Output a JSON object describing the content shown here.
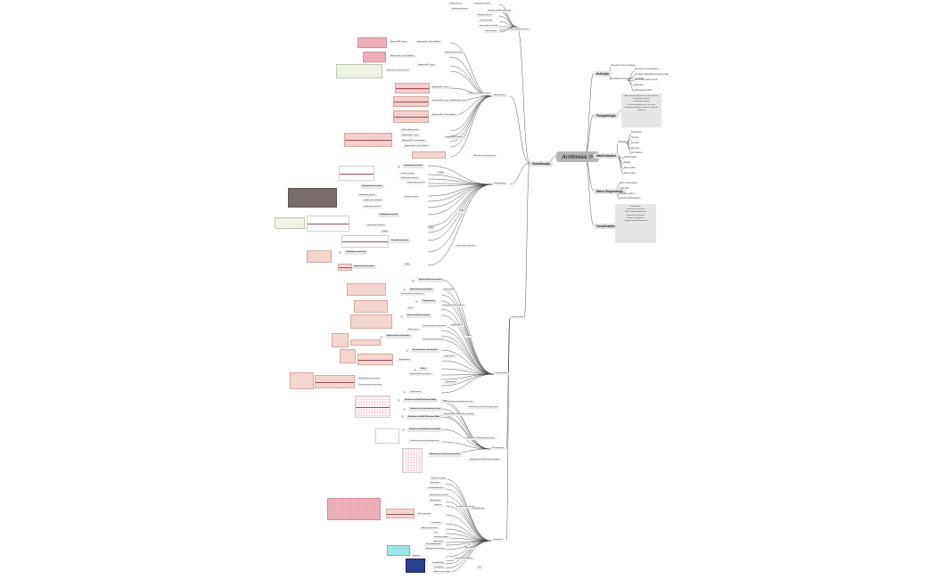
{
  "root": {
    "title": "Arritmias",
    "icon": "sync-icon"
  },
  "left_root": {
    "label": "Classificação"
  },
  "right_branches": [
    {
      "label": "Definição",
      "children": [
        "Anomalia do ritmo cardíaco",
        "Alteração da formação ou condução"
      ],
      "sub": [
        "Alteração do Automatismo",
        "Atividade deflagrada (pós-potenciais)",
        "Reentrada (mais comum)",
        "Bloqueios",
        "Disfunção do NSA"
      ]
    },
    {
      "label": "Fisiopatologia",
      "notes": [
        "Alteração da frequência cardíaca/ritmo",
        "Frequência sinusal",
        "Condução anormal",
        "Causas estruturais ou funcionais",
        "Redução do débito cardíaco / perfusão sistémica"
      ]
    },
    {
      "label": "Manifestações",
      "children": [
        "Palpitações",
        "Síncope",
        "Tonturas",
        "Dispneia",
        "Dor torácica",
        "Assintomático",
        "Fadiga",
        "Morte súbita"
      ]
    },
    {
      "label": "Meios Diagnósticos",
      "children": [
        "ECG 12 derivações",
        "Holter 24h",
        "Prova de esforço",
        "Estudo eletrofisiológico"
      ]
    },
    {
      "label": "Complicações",
      "notes": [
        "Hipotensão",
        "Insuficiência cardíaca",
        "AVC / tromboembolismo",
        "Isquemia miocárdica",
        "Choque cardiogénico",
        "Paragem cardiorrespiratória"
      ]
    }
  ],
  "left_main": [
    {
      "label": "Bradiarritmias"
    },
    {
      "label": "Taquiarritmias"
    },
    {
      "label": "Extrassístoles"
    },
    {
      "label": "Pré-excitação"
    },
    {
      "label": "Tratamento"
    }
  ],
  "top_cluster": [
    "Ritmo sinusal",
    "Taquicardia sinusal",
    "Bradicardia sinusal",
    "Arritmia sinusal respiratória",
    "Paragem sinusal",
    "Pausa sinusal",
    "Doença do nó sinusal"
  ],
  "brady_items": [
    "Bloqueio AV 1º grau",
    "Bloqueio AV 2º grau Mobitz I",
    "Bloqueio AV 2º grau Mobitz II",
    "Bloqueio AV 3º grau",
    "Ritmo de escape juncional",
    "Ritmo idioventricular"
  ],
  "tachy_items": [
    "Taquicardia auricular",
    "Flutter auricular",
    "Fibrilhação auricular",
    "Taquicardia juncional",
    "TRNAV",
    "TRAV",
    "Taquicardia ventricular",
    "Torsade de pointes",
    "Fibrilhação ventricular"
  ],
  "extra_items": [
    "Extrassístoles auriculares",
    "Extrassístoles juncionais",
    "Extrassístoles ventriculares",
    "Bigeminismo",
    "Trigeminismo",
    "Pares"
  ],
  "pre_items": [
    "Síndrome de Wolff-Parkinson-White",
    "Síndrome de Lown-Ganong-Levine"
  ],
  "treat_items": [
    "Manobras vagais",
    "Adenosina",
    "Beta-bloqueantes",
    "Antagonistas do cálcio",
    "Amiodarona",
    "Digoxina",
    "Anticoagulação",
    "Cardioversão elétrica",
    "Desfibrilhação",
    "Pacemaker",
    "Ablação por cateter",
    "CDI"
  ],
  "colors": {
    "node": "#e3e3e3",
    "root": "#b7b7b7",
    "line": "#444444",
    "pink": "#f0c7cf"
  }
}
